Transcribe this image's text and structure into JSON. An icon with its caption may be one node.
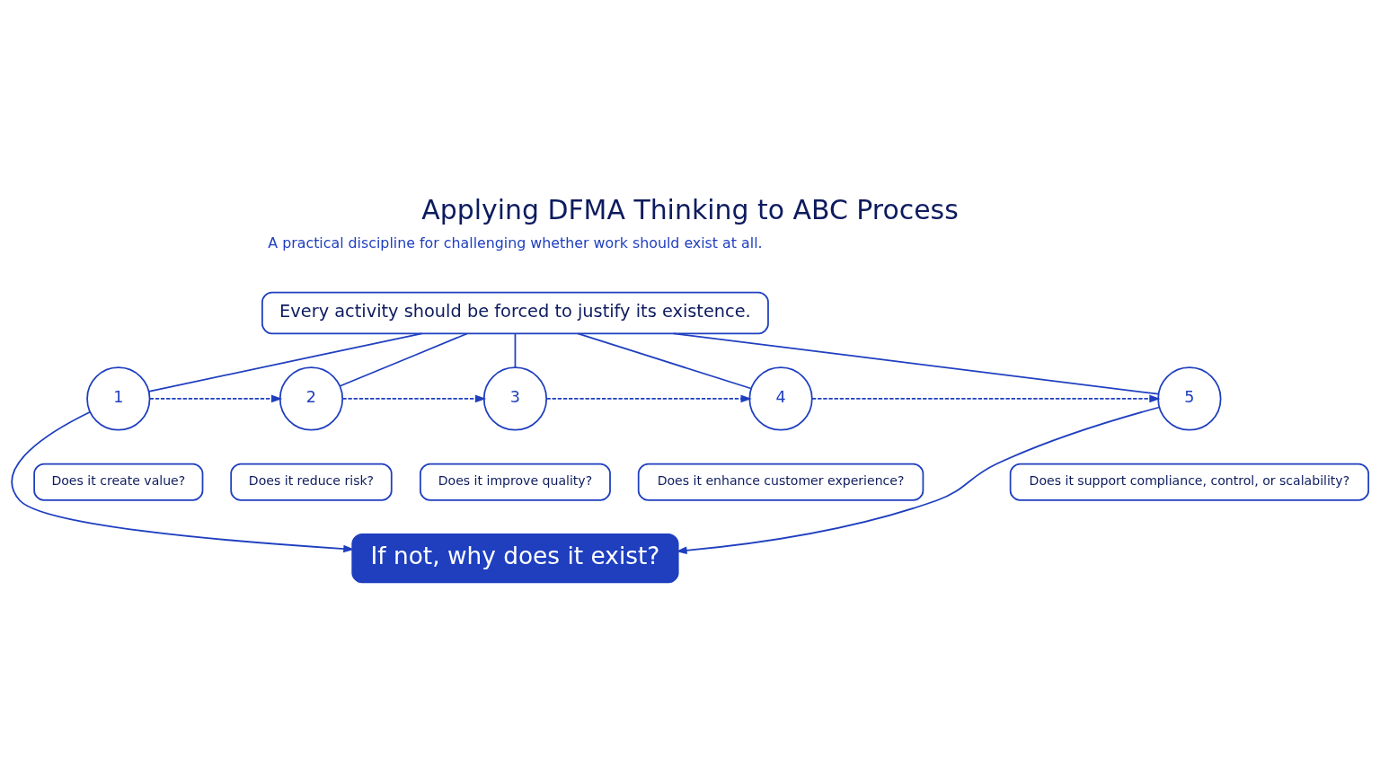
{
  "diagram": {
    "title": "Applying DFMA Thinking to ABC Process",
    "nodes": [
      {
        "text": [
          "Every activity should be forced to justify its existence."
        ]
      },
      {
        "text": [
          "1"
        ]
      },
      {
        "text": [
          "2"
        ]
      },
      {
        "text": [
          "3"
        ]
      },
      {
        "text": [
          "4"
        ]
      },
      {
        "text": [
          "5"
        ]
      },
      {
        "text": [
          "Does it create value?"
        ]
      },
      {
        "text": [
          "Does it reduce risk?"
        ]
      },
      {
        "text": [
          "Does it improve quality?"
        ]
      },
      {
        "text": [
          "Does it enhance customer experience?"
        ]
      },
      {
        "text": [
          "Does it support compliance, control, or scalability?"
        ]
      },
      {
        "text": [
          "If not, why does it exist?"
        ]
      }
    ],
    "edges": [
      {
        "from": 0,
        "to": 1,
        "arrow": "none"
      },
      {
        "from": 0,
        "to": 2,
        "arrow": "none"
      },
      {
        "from": 0,
        "to": 3,
        "arrow": "none"
      },
      {
        "from": 0,
        "to": 4,
        "arrow": "none"
      },
      {
        "from": 0,
        "to": 5,
        "arrow": "none"
      },
      {
        "from": 1,
        "to": 2,
        "arrow": "to",
        "style": "dashed"
      },
      {
        "from": 2,
        "to": 3,
        "arrow": "to",
        "style": "dashed"
      },
      {
        "from": 3,
        "to": 4,
        "arrow": "to",
        "style": "dashed"
      },
      {
        "from": 4,
        "to": 5,
        "arrow": "to",
        "style": "dashed"
      },
      {
        "from": 1,
        "to": 11,
        "arrow": "to"
      },
      {
        "from": 5,
        "to": 11,
        "arrow": "to"
      }
    ],
    "labels": [
      "A practical discipline for challenging whether work should exist at all."
    ]
  }
}
